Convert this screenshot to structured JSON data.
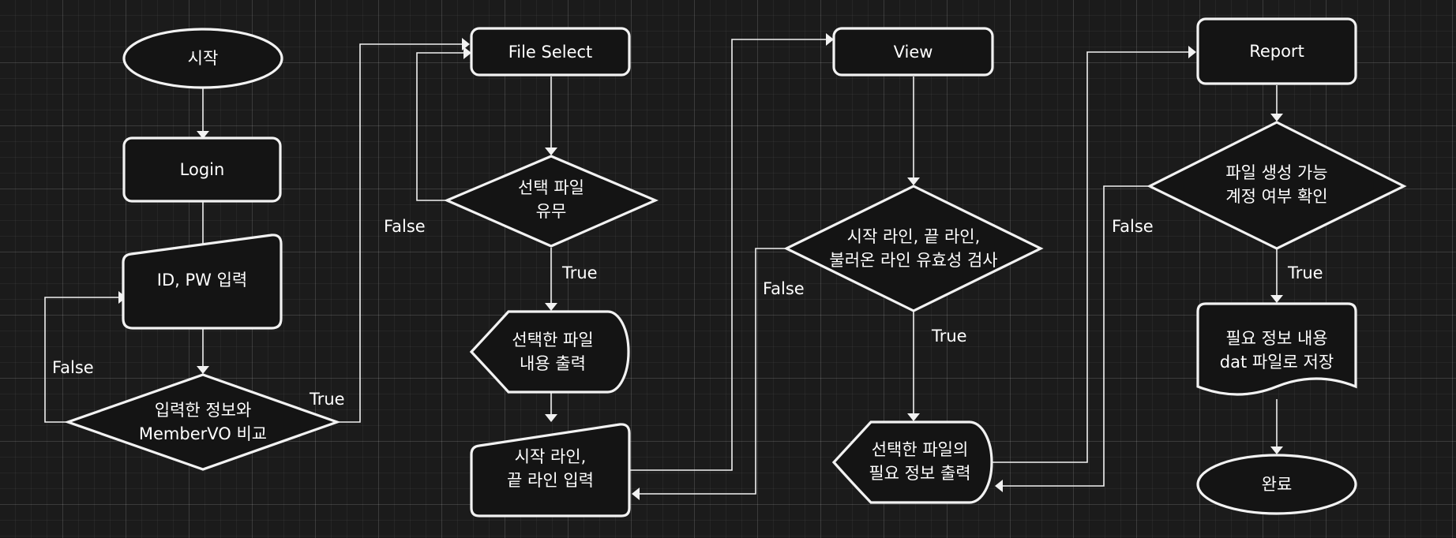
{
  "nodes": {
    "start": "시작",
    "login": "Login",
    "id_pw_input": "ID, PW 입력",
    "compare": "입력한 정보와\nMemberVO 비교",
    "file_select": "File Select",
    "file_exists": "선택 파일\n유무",
    "print_file": "선택한 파일\n내용 출력",
    "line_input": "시작 라인,\n끝 라인 입력",
    "view": "View",
    "line_check": "시작 라인, 끝 라인,\n불러온 라인 유효성 검사",
    "print_info": "선택한 파일의\n필요 정보 출력",
    "report": "Report",
    "account_check": "파일 생성 가능\n계정 여부 확인",
    "save_dat": "필요 정보 내용\ndat 파일로 저장",
    "done": "완료"
  },
  "edge_labels": {
    "compare_false": "False",
    "compare_true": "True",
    "file_exists_false": "False",
    "file_exists_true": "True",
    "line_check_false": "False",
    "line_check_true": "True",
    "account_check_false": "False",
    "account_check_true": "True"
  }
}
